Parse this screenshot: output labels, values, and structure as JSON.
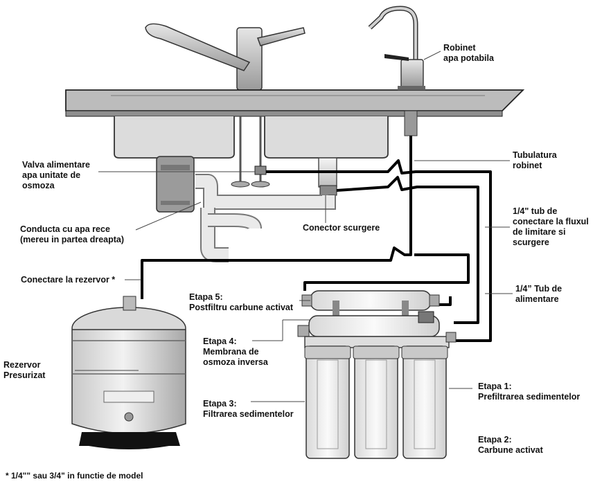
{
  "labels": {
    "robinet": [
      "Robinet",
      "apa potabila"
    ],
    "tubulatura": [
      "Tubulatura",
      "robinet"
    ],
    "valva": [
      "Valva alimentare",
      "apa unitate de",
      "osmoza"
    ],
    "conducta": [
      "Conducta cu apa rece",
      "(mereu in partea dreapta)"
    ],
    "conector": [
      "Conector scurgere"
    ],
    "tub_limitare": [
      "1/4\" tub de",
      "conectare la fluxul",
      "de limitare si",
      "scurgere"
    ],
    "rezervor_conectare": [
      "Conectare la rezervor *"
    ],
    "tub_alimentare": [
      "1/4” Tub de",
      "alimentare"
    ],
    "etapa5": [
      "Etapa 5:",
      "Postfiltru carbune activat"
    ],
    "etapa4": [
      "Etapa 4:",
      "Membrana de",
      "osmoza inversa"
    ],
    "rezervor": [
      "Rezervor",
      "Presurizat"
    ],
    "etapa3": [
      "Etapa 3:",
      "Filtrarea sedimentelor"
    ],
    "etapa1": [
      "Etapa 1:",
      "Prefiltrarea sedimentelor"
    ],
    "etapa2": [
      "Etapa 2:",
      "Carbune activat"
    ],
    "footnote": [
      "* 1/4\"\" sau 3/4\" in functie de model"
    ]
  }
}
